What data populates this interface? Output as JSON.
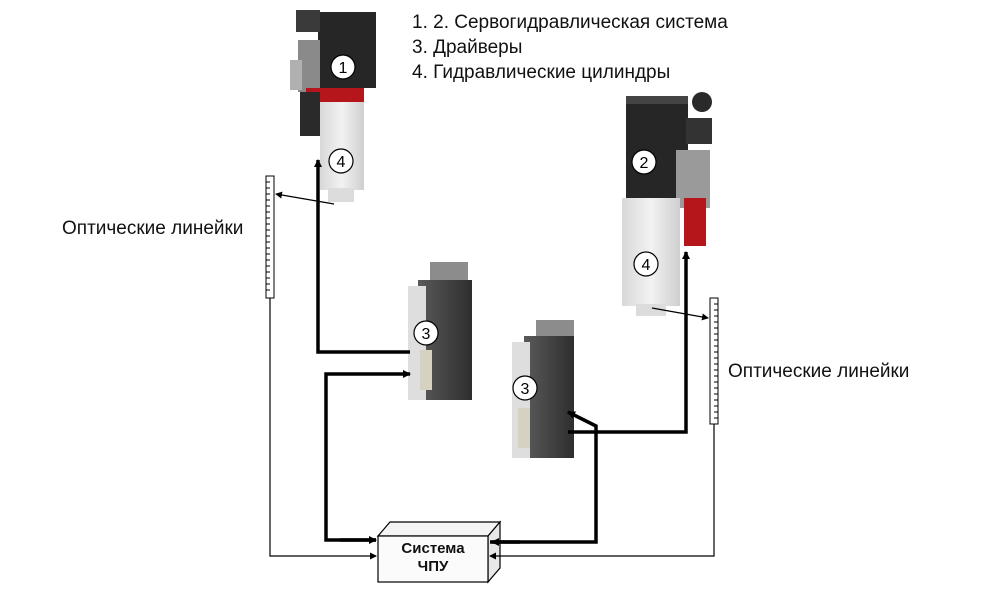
{
  "legend": {
    "item1": "1. 2. Сервогидравлическая система",
    "item2": "3. Драйверы",
    "item3": "4. Гидравлические цилиндры"
  },
  "rulers": {
    "left_label": "Оптические линейки",
    "right_label": "Оптические линейки"
  },
  "cnc": {
    "line1": "Система",
    "line2": "ЧПУ"
  },
  "markers": {
    "servo_left": "1",
    "servo_right": "2",
    "driver": "3",
    "cylinder": "4"
  },
  "colors": {
    "unit_dark": "#262626",
    "unit_red": "#b4161b",
    "cylinder_gray": "#e6e6e6",
    "driver_dark": "#3a3a3a",
    "line": "#000000"
  }
}
